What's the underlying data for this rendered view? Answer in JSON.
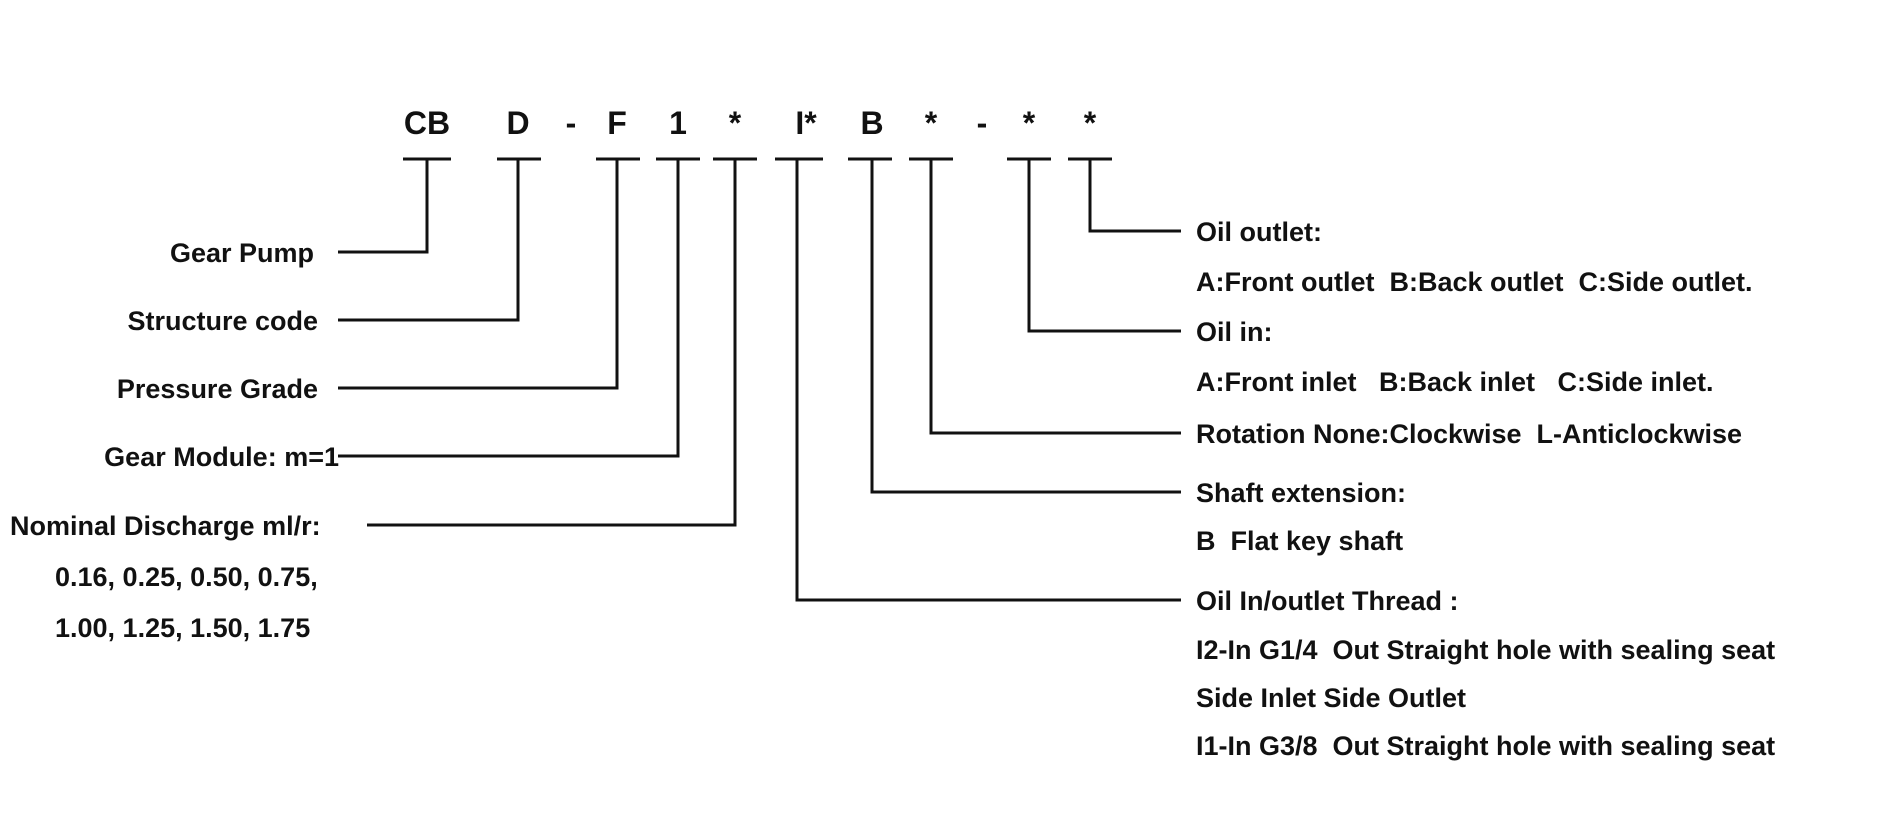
{
  "model_code": {
    "segments": [
      "CB",
      "D",
      "-",
      "F",
      "1",
      "*",
      "I*",
      "B",
      "*",
      "-",
      "*",
      "*"
    ]
  },
  "left_labels": {
    "gear_pump": "Gear Pump",
    "structure_code": "Structure code",
    "pressure_grade": "Pressure Grade",
    "gear_module": "Gear Module: m=1",
    "nominal_discharge": "Nominal Discharge ml/r:",
    "discharge_values_1": "0.16, 0.25, 0.50, 0.75,",
    "discharge_values_2": "1.00, 1.25, 1.50, 1.75"
  },
  "right_labels": {
    "oil_outlet": "Oil outlet:",
    "oil_outlet_options": "A:Front outlet  B:Back outlet  C:Side outlet.",
    "oil_in": "Oil in:",
    "oil_in_options": "A:Front inlet   B:Back inlet   C:Side inlet.",
    "rotation": "Rotation None:Clockwise  L-Anticlockwise",
    "shaft_extension": "Shaft extension:",
    "shaft_option": "B  Flat key shaft",
    "thread": "Oil In/outlet Thread :",
    "thread_i2": "I2-In G1/4  Out Straight hole with sealing seat",
    "thread_side": "Side Inlet Side Outlet",
    "thread_i1": "I1-In G3/8  Out Straight hole with sealing seat"
  }
}
